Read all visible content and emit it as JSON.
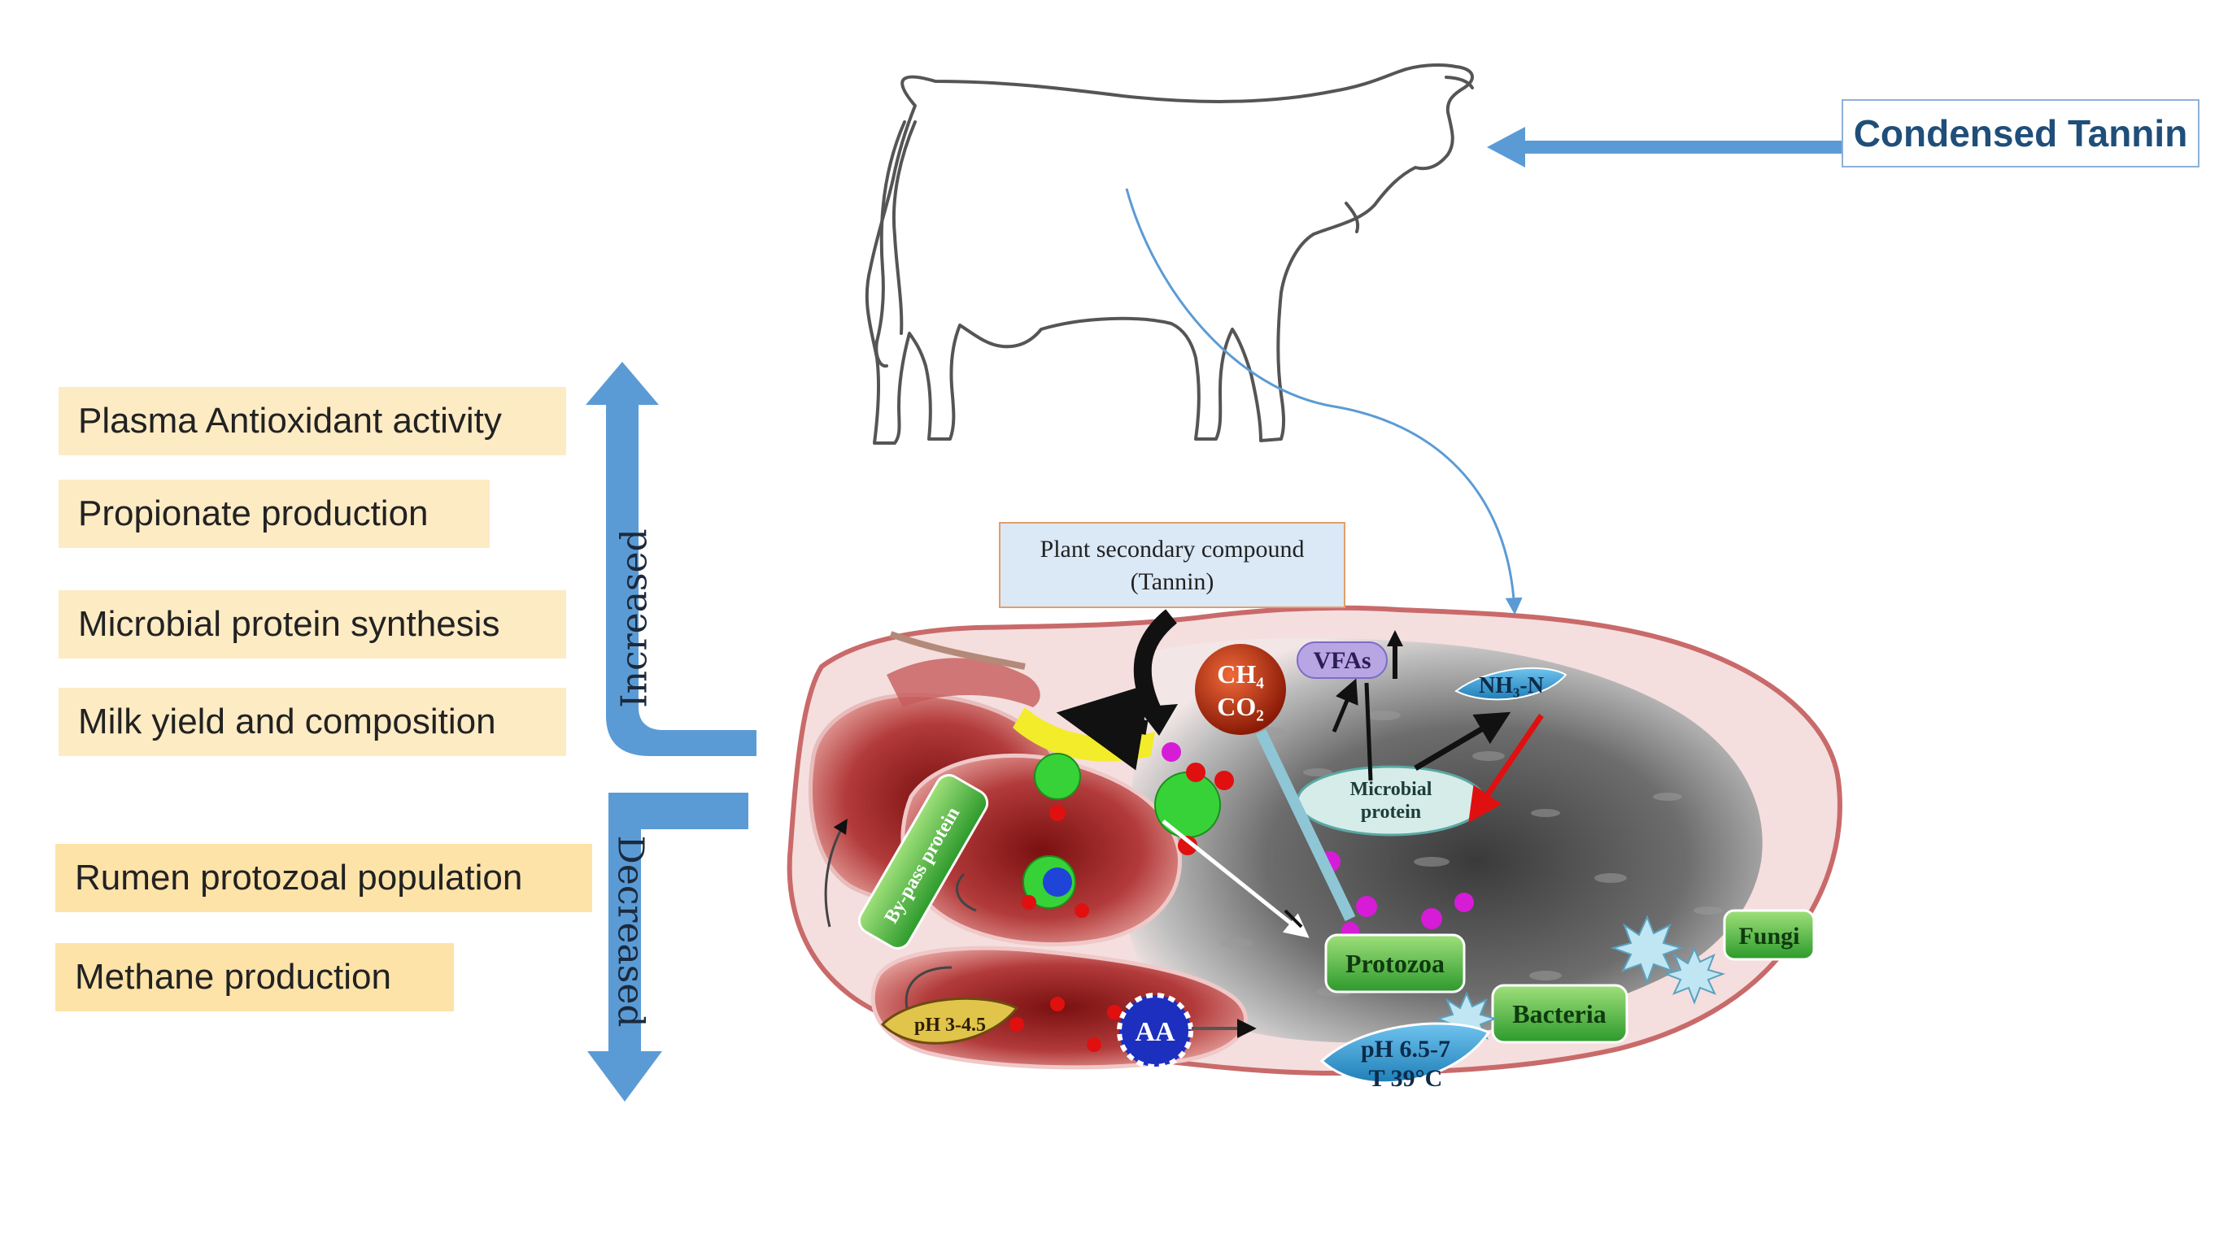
{
  "increased": {
    "label": "Increased",
    "items": [
      "Plasma Antioxidant activity",
      "Propionate production",
      "Microbial protein synthesis",
      "Milk yield and composition"
    ]
  },
  "decreased": {
    "label": "Decreased",
    "items": [
      "Rumen protozoal population",
      "Methane production"
    ]
  },
  "input_label": "Condensed Tannin",
  "plant_compound": {
    "line1": "Plant secondary compound",
    "line2": "(Tannin)"
  },
  "rumen_labels": {
    "ch4": "CH₄",
    "co2": "CO₂",
    "vfas": "VFAs",
    "nh3": "NH₃-N",
    "microbial_protein_1": "Microbial",
    "microbial_protein_2": "protein",
    "bypass": "By-pass protein",
    "protozoa": "Protozoa",
    "bacteria": "Bacteria",
    "fungi": "Fungi",
    "ph_abomasum": "pH 3-4.5",
    "aa": "AA",
    "ph_rumen": "pH 6.5-7",
    "temp_rumen": "T 39°C"
  },
  "colors": {
    "arrow_blue": "#5b9bd5",
    "box_increase": "#fdebc4",
    "box_decrease": "#fde3a8",
    "title_blue": "#1f4e79"
  }
}
